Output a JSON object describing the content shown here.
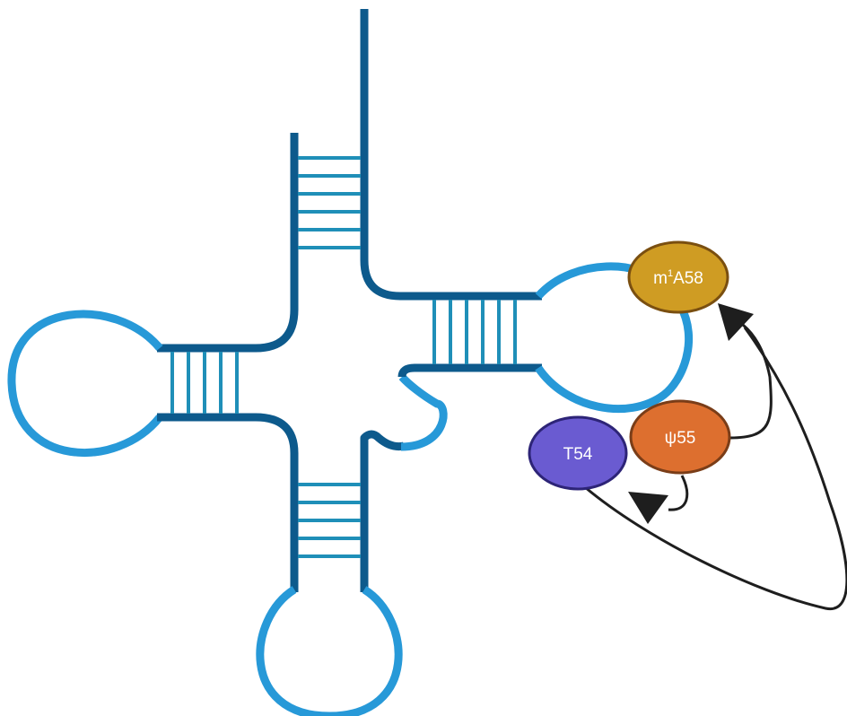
{
  "nodes": {
    "m1a58": {
      "base": "m",
      "sup": "1",
      "rest": "A58",
      "fill": "#cf9c23",
      "stroke": "#7a4f10"
    },
    "psi55": {
      "label": "ψ55",
      "fill": "#dd6f2f",
      "stroke": "#7a3d18"
    },
    "t54": {
      "label": "T54",
      "fill": "#6a5bd1",
      "stroke": "#2d2477"
    }
  },
  "colors": {
    "strand_dark": "#0d5a8c",
    "strand_light": "#2799d8",
    "rungs": "#1f8fb8",
    "arrows": "#1e1e1e"
  }
}
